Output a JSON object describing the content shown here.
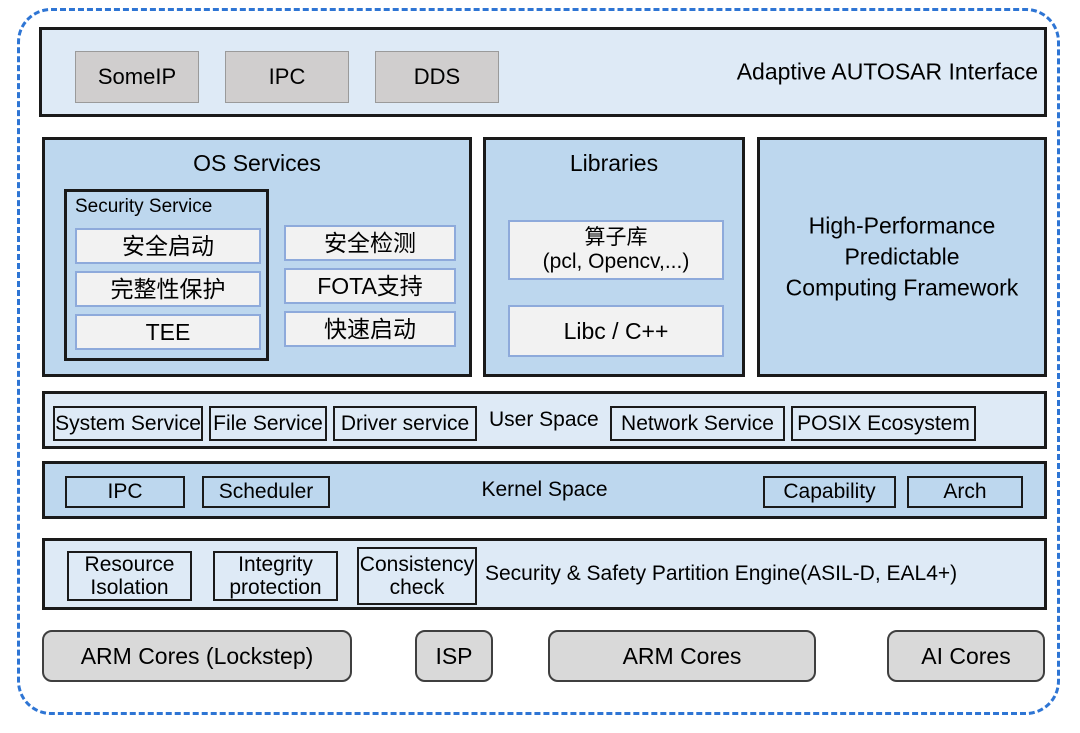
{
  "diagram": {
    "title": "Automotive software stack architecture",
    "boundary": {
      "style": "dashed",
      "color": "#2E75D4"
    }
  },
  "colors": {
    "boundary_dashed": "#2E75D4",
    "layer_light_blue": "#DEEAF6",
    "layer_mid_blue": "#BDD7EE",
    "chip_gray": "#D0CECE",
    "inner_box_gray": "#F2F2F2",
    "inner_box_border": "#8EAADB",
    "hardware_gray": "#D9D9D9",
    "outline_black": "#1a1a1a"
  },
  "autosar_row": {
    "label": "Adaptive AUTOSAR Interface",
    "chips": [
      {
        "label": "SomeIP"
      },
      {
        "label": "IPC"
      },
      {
        "label": "DDS"
      }
    ]
  },
  "os_services": {
    "title": "OS Services",
    "security_service": {
      "title": "Security Service",
      "items": [
        {
          "label": "安全启动"
        },
        {
          "label": "完整性保护"
        },
        {
          "label": "TEE"
        }
      ]
    },
    "right_items": [
      {
        "label": "安全检测"
      },
      {
        "label": "FOTA支持"
      },
      {
        "label": "快速启动"
      }
    ]
  },
  "libraries": {
    "title": "Libraries",
    "items": [
      {
        "label": "算子库\n(pcl, Opencv,...)",
        "line1": "算子库",
        "line2": "(pcl, Opencv,...)"
      },
      {
        "label": "Libc / C++"
      }
    ]
  },
  "hpc": {
    "text": "High-Performance\nPredictable\nComputing Framework",
    "line1": "High-Performance",
    "line2": "Predictable",
    "line3": "Computing Framework"
  },
  "user_space": {
    "label": "User Space",
    "left_items": [
      {
        "label": "System Service"
      },
      {
        "label": "File Service"
      },
      {
        "label": "Driver service"
      }
    ],
    "right_items": [
      {
        "label": "Network Service"
      },
      {
        "label": "POSIX Ecosystem"
      }
    ]
  },
  "kernel_space": {
    "label": "Kernel Space",
    "left_items": [
      {
        "label": "IPC"
      },
      {
        "label": "Scheduler"
      }
    ],
    "right_items": [
      {
        "label": "Capability"
      },
      {
        "label": "Arch"
      }
    ]
  },
  "partition_engine": {
    "label": "Security & Safety  Partition Engine(ASIL-D, EAL4+)",
    "items": [
      {
        "line1": "Resource",
        "line2": "Isolation"
      },
      {
        "line1": "Integrity",
        "line2": "protection"
      },
      {
        "line1": "Consistency",
        "line2": "check"
      }
    ]
  },
  "hardware": {
    "items": [
      {
        "label": "ARM Cores (Lockstep)"
      },
      {
        "label": "ISP"
      },
      {
        "label": "ARM Cores"
      },
      {
        "label": "AI Cores"
      }
    ]
  }
}
